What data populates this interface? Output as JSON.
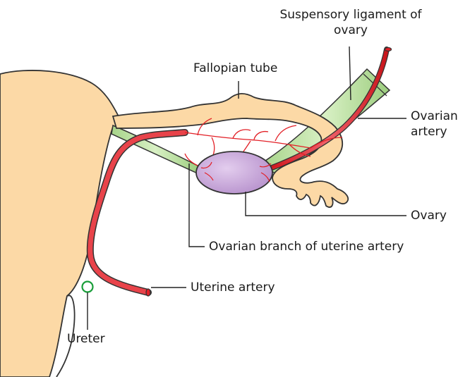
{
  "labels": {
    "suspensory_ligament": "Suspensory ligament of",
    "suspensory_ligament_2": "ovary",
    "fallopian_tube": "Fallopian tube",
    "ovarian_artery": "Ovarian",
    "ovarian_artery_2": "artery",
    "ovary": "Ovary",
    "ovarian_branch": "Ovarian branch of uterine artery",
    "uterine_artery": "Uterine artery",
    "ureter": "Ureter"
  },
  "colors": {
    "uterus_fill": "#fcd9a6",
    "uterus_stroke": "#333333",
    "ligament_fill": "#bfe3a5",
    "artery_red": "#e21f26",
    "ovary_fill": "#c9a7d8",
    "ureter_ring": "#1a9e3a",
    "leader_line": "#222222"
  }
}
